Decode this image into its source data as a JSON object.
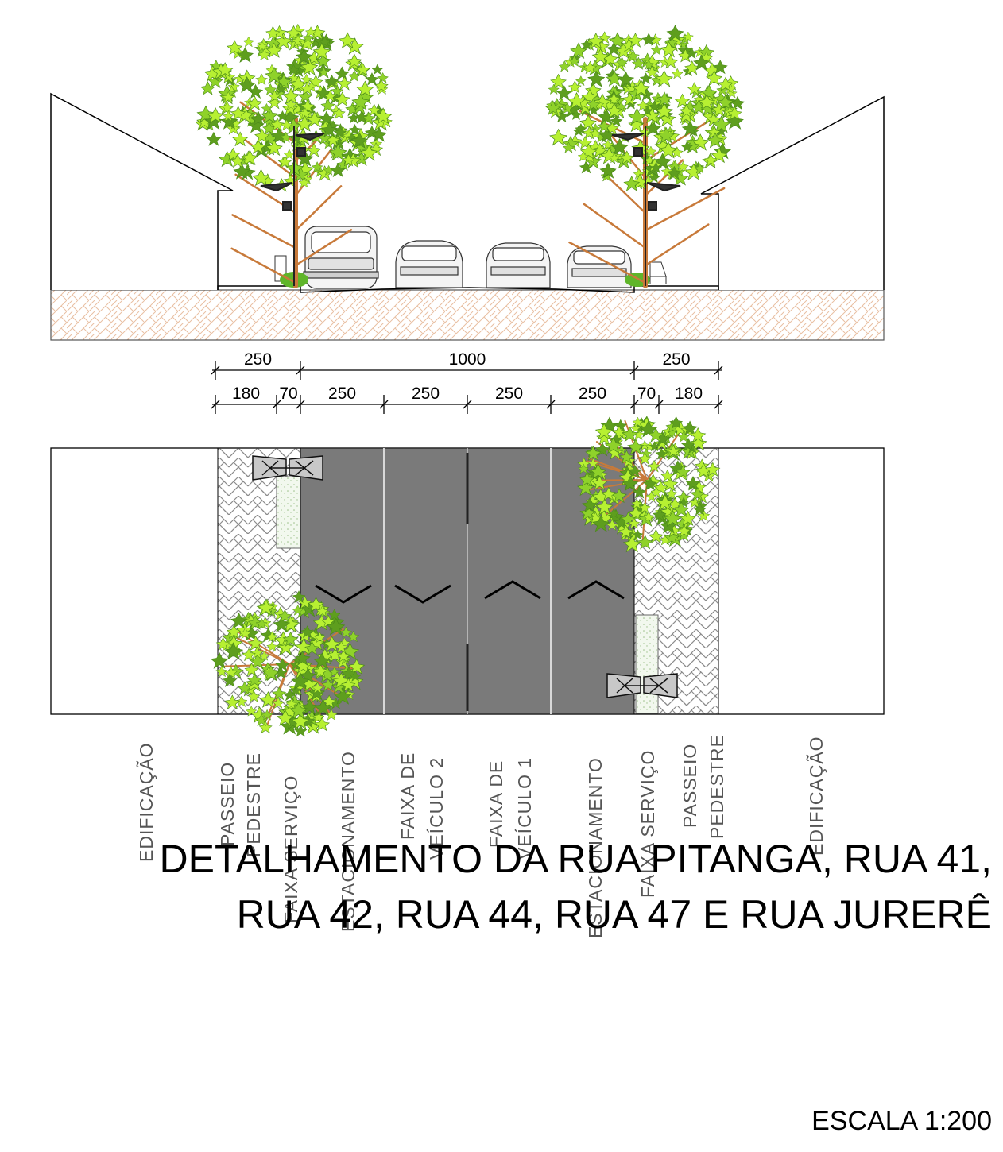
{
  "dimensions": {
    "top_row": [
      "250",
      "1000",
      "250"
    ],
    "bottom_row": [
      "180",
      "70",
      "250",
      "250",
      "250",
      "250",
      "70",
      "180"
    ]
  },
  "labels": {
    "edificacao_left": "EDIFICAÇÃO",
    "passeio_left_1": "PASSEIO",
    "passeio_left_2": "PEDESTRE",
    "faixa_servico_left": "FAIXA SERVIÇO",
    "estacionamento_left": "ESTACIONAMENTO",
    "faixa_v2_1": "FAIXA DE",
    "faixa_v2_2": "VEÍCULO 2",
    "faixa_v1_1": "FAIXA DE",
    "faixa_v1_2": "VEÍCULO 1",
    "estacionamento_right": "ESTACIONAMENTO",
    "faixa_servico_right": "FAIXA SERVIÇO",
    "passeio_right_1": "PASSEIO",
    "passeio_right_2": "PEDESTRE",
    "edificacao_right": "EDIFICAÇÃO"
  },
  "title": {
    "line1": "DETALHAMENTO DA RUA PITANGA, RUA 41,",
    "line2": "RUA 42, RUA 44, RUA 47 E RUA JURERÊ",
    "scale": "ESCALA 1:200"
  },
  "colors": {
    "asphalt": "#7a7a7a",
    "leaf_light": "#b7f032",
    "leaf_mid": "#8fd22a",
    "leaf_dark": "#5e9e1e",
    "branch": "#c87a3a",
    "soil_line": "#e8b89a"
  }
}
